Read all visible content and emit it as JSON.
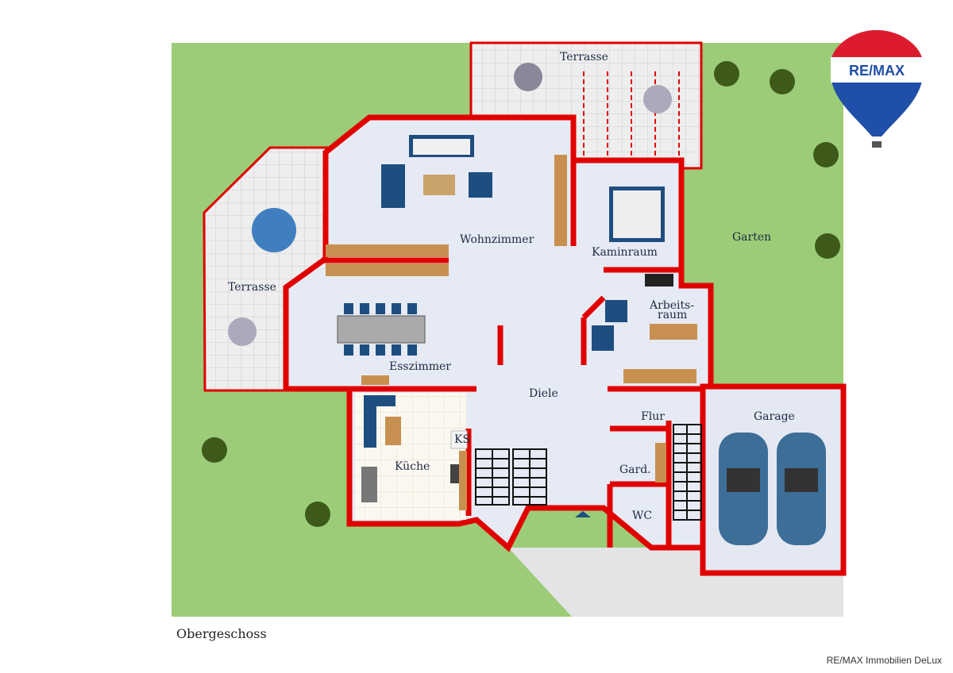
{
  "plan": {
    "floor_label": "Obergeschoss",
    "rooms": {
      "terrasse_top": "Terrasse",
      "terrasse_left": "Terrasse",
      "wohnzimmer": "Wohnzimmer",
      "kaminraum": "Kaminraum",
      "garten": "Garten",
      "arbeitsraum_1": "Arbeits-",
      "arbeitsraum_2": "raum",
      "esszimmer": "Esszimmer",
      "diele": "Diele",
      "flur": "Flur",
      "garage": "Garage",
      "kueche": "Küche",
      "gard": "Gard.",
      "wc": "WC"
    },
    "fridge_label": "KS"
  },
  "logo": {
    "text": "RE/MAX"
  },
  "footer": {
    "credit": "RE/MAX Immobilien DeLux"
  },
  "colors": {
    "wall": "#e00000",
    "lawn": "#9ccc78",
    "floor": "#e6eaf4",
    "tile": "#ececec",
    "brand_red": "#dc1c2e",
    "brand_blue": "#1f4fa8"
  }
}
